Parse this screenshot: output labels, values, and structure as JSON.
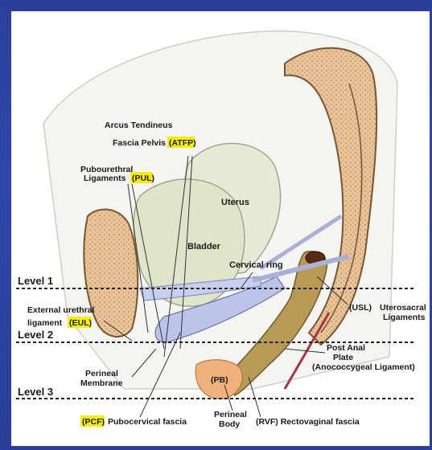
{
  "labels": {
    "atfp_line1": "Arcus Tendineus",
    "atfp_line2": "Fascia Pelvis",
    "atfp_abbr": "(ATFP)",
    "pul_line1": "Pubourethral",
    "pul_line2": "Ligaments",
    "pul_abbr": "(PUL)",
    "uterus": "Uterus",
    "bladder": "Bladder",
    "cervical_ring": "Cervical ring",
    "usl_abbr": "(USL)",
    "usl_line1": "Uterosacral",
    "usl_line2": "Ligaments",
    "eul_line1": "External  urethral",
    "eul_line2": "ligament",
    "eul_abbr": "(EUL)",
    "perineal_membrane_1": "Perineal",
    "perineal_membrane_2": "Membrane",
    "pb_abbr": "(PB)",
    "post_anal_1": "Post Anal",
    "post_anal_2": "Plate",
    "post_anal_3": "(Anococcygeal Ligament)",
    "pcf_abbr": "(PCF)",
    "pcf_label": "Pubocervical fascia",
    "perineal_body_1": "Perineal",
    "perineal_body_2": "Body",
    "rvf_label": "(RVF) Rectovaginal fascia"
  },
  "levels": [
    "Level 1",
    "Level 2",
    "Level 3"
  ],
  "colors": {
    "background": "#2b3f9a",
    "bone": "#e8c49a",
    "bone_dots": "#c98f55",
    "organ_fill": "#e2e6cf",
    "fascia": "#bcc4ea",
    "rectum": "#b89a55",
    "perineal_body": "#f0b27a",
    "highlight": "#f6f000"
  }
}
